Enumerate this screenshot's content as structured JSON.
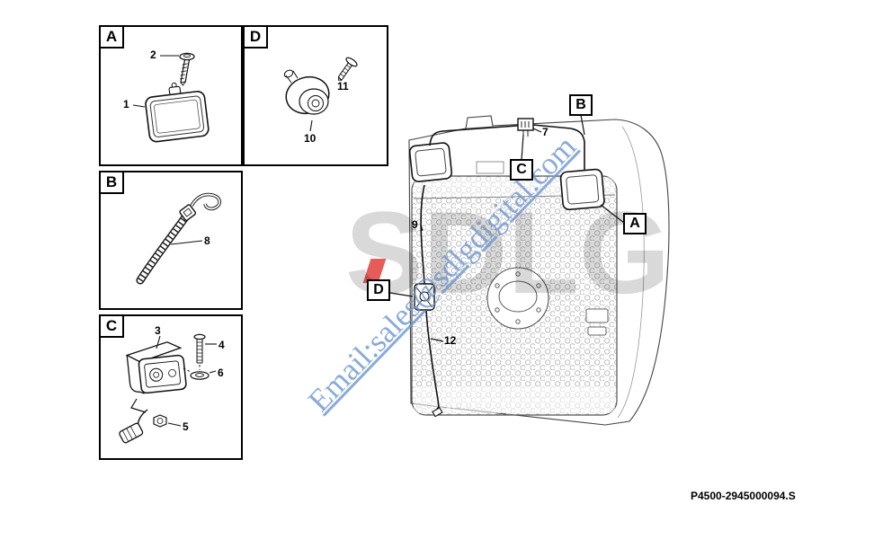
{
  "panels": {
    "a": {
      "label": "A"
    },
    "b": {
      "label": "B"
    },
    "c": {
      "label": "C"
    },
    "d": {
      "label": "D"
    }
  },
  "callouts": {
    "a": {
      "label": "A"
    },
    "b": {
      "label": "B"
    },
    "c": {
      "label": "C"
    },
    "d": {
      "label": "D"
    }
  },
  "part_numbers": {
    "n1": "1",
    "n2": "2",
    "n3": "3",
    "n4": "4",
    "n5": "5",
    "n6": "6",
    "n7": "7",
    "n8": "8",
    "n9": "9",
    "n10": "10",
    "n11": "11",
    "n12": "12"
  },
  "watermark": {
    "brand": "SDLG",
    "email": "Email:sales@sdlgdigital.com",
    "brand_color": "#d9d9d9",
    "accent_color": "#e2403c",
    "email_color": "#6e96cd"
  },
  "footer": {
    "drawing_number": "P4500-2945000094.S"
  }
}
